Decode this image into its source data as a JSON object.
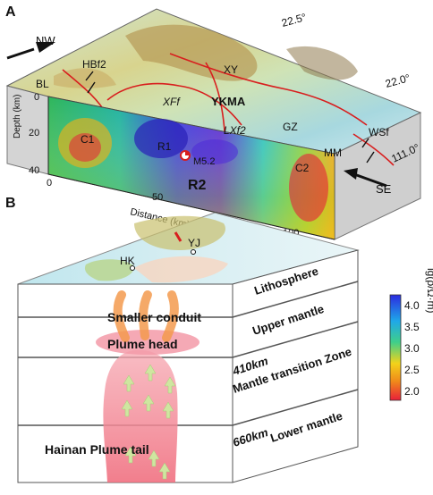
{
  "panel_a": {
    "letter": "A",
    "nw": "NW",
    "se": "SE",
    "lat_upper": "22.5°",
    "lat_lower": "22.0°",
    "lon": "111.0°",
    "labels": {
      "bl": "BL",
      "hbf2": "HBf2",
      "xy": "XY",
      "ykma": "YKMA",
      "xff": "XFf",
      "lxf2": "LXf2",
      "gz": "GZ",
      "mm": "MM",
      "wsf": "WSf",
      "c1": "C1",
      "r1": "R1",
      "m52": "M5.2",
      "c2": "C2",
      "r2": "R2"
    },
    "depth_axis": {
      "label": "Depth (km)",
      "ticks": [
        "0",
        "20",
        "40"
      ]
    },
    "distance_axis": {
      "label": "Distance (km)",
      "ticks": [
        "0",
        "50",
        "100"
      ]
    }
  },
  "panel_b": {
    "letter": "B",
    "map_labels": {
      "hk": "HK",
      "yj": "YJ"
    },
    "layers": [
      "Lithosphere",
      "Upper mantle",
      "Mantle transition Zone",
      "Lower mantle"
    ],
    "depths": [
      "410km",
      "660km"
    ],
    "plume_labels": {
      "conduit": "Smaller conduit",
      "head": "Plume head",
      "tail": "Hainan Plume tail"
    }
  },
  "colorbar": {
    "title": "lg(ρ/Ω·m)",
    "ticks": [
      "4.0",
      "3.5",
      "3.0",
      "2.5",
      "2.0"
    ],
    "colors": [
      "#2b2be0",
      "#1fa8e8",
      "#3fcf8a",
      "#f2d21a",
      "#f08a1a",
      "#e8203a"
    ]
  }
}
